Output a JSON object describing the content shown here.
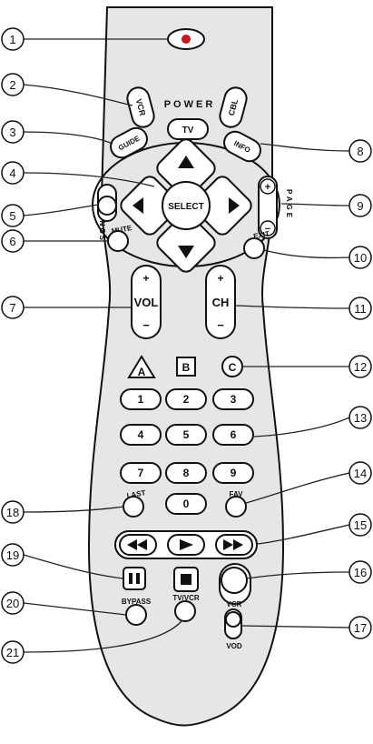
{
  "colors": {
    "body": "#e6e6e6",
    "outline": "#111111",
    "button": "#ffffff",
    "power_led": "#d0141c",
    "callout_line": "#222222"
  },
  "remote": {
    "power_label": "POWER",
    "vcr_label": "VCR",
    "tv_label": "TV",
    "cbl_label": "CBL",
    "guide_label": "GUIDE",
    "info_label": "INFO",
    "select_label": "SELECT",
    "settings_label": "SETTINGS",
    "page_label": "PAGE",
    "page_plus": "+",
    "page_minus": "−",
    "mute_label": "MUTE",
    "exit_label": "EXIT",
    "vol_label": "VOL",
    "ch_label": "CH",
    "plus_sign": "+",
    "minus_sign": "−",
    "a_label": "A",
    "b_label": "B",
    "c_label": "C",
    "digits": [
      "1",
      "2",
      "3",
      "4",
      "5",
      "6",
      "7",
      "8",
      "9",
      "0"
    ],
    "last_label": "LAST",
    "fav_label": "FAV",
    "bypass_label": "BYPASS",
    "tvvcr_label": "TV/VCR",
    "vcr_switch_label": "VCR",
    "vod_switch_label": "VOD"
  },
  "callouts": [
    "1",
    "2",
    "3",
    "4",
    "5",
    "6",
    "7",
    "8",
    "9",
    "10",
    "11",
    "12",
    "13",
    "14",
    "15",
    "16",
    "17",
    "18",
    "19",
    "20",
    "21"
  ],
  "icons": {
    "up": "triangle-up-icon",
    "down": "triangle-down-icon",
    "left": "triangle-left-icon",
    "right": "triangle-right-icon",
    "rewind": "rewind-icon",
    "play": "play-icon",
    "fast_forward": "fast-forward-icon",
    "pause": "pause-icon",
    "stop": "stop-icon"
  }
}
